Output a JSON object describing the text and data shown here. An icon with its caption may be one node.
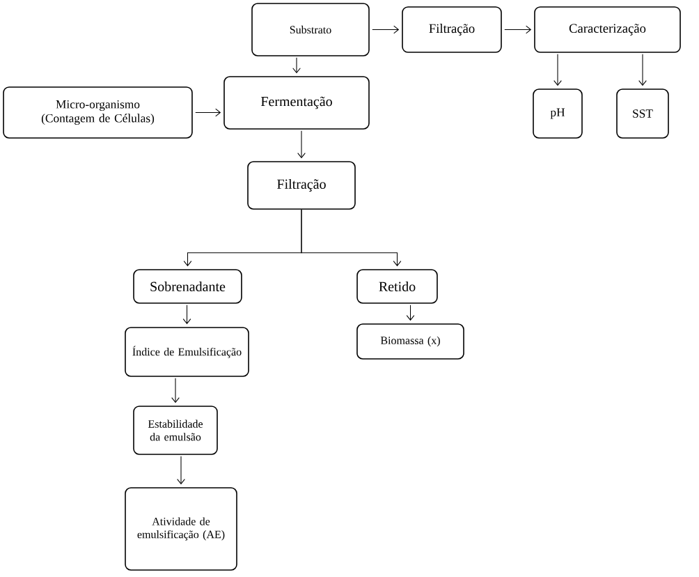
{
  "diagram": {
    "nodes": [
      {
        "text": [
          "Substrato"
        ]
      },
      {
        "text": [
          "Filtração"
        ]
      },
      {
        "text": [
          "Caracterização"
        ]
      },
      {
        "text": [
          "pH"
        ]
      },
      {
        "text": [
          "SST"
        ]
      },
      {
        "text": [
          "Micro-organismo (Contagem de Células)"
        ]
      },
      {
        "text": [
          "Fermentação"
        ]
      },
      {
        "text": [
          "Filtração"
        ]
      },
      {
        "text": [
          "Sobrenadante"
        ]
      },
      {
        "text": [
          "Retido"
        ]
      },
      {
        "text": [
          "Índice de Emulsificação"
        ]
      },
      {
        "text": [
          "Biomassa (x)"
        ]
      },
      {
        "text": [
          "Estabilidade da emulsão"
        ]
      },
      {
        "text": [
          "Atividade de emulsificação (AE)"
        ]
      }
    ],
    "edges": [
      {
        "from": 0,
        "to": 1,
        "arrow": "to"
      },
      {
        "from": 1,
        "to": 2,
        "arrow": "to"
      },
      {
        "from": 2,
        "to": 3,
        "arrow": "to"
      },
      {
        "from": 2,
        "to": 4,
        "arrow": "to"
      },
      {
        "from": 0,
        "to": 6,
        "arrow": "to"
      },
      {
        "from": 5,
        "to": 6,
        "arrow": "to"
      },
      {
        "from": 6,
        "to": 7,
        "arrow": "to"
      },
      {
        "from": 7,
        "to": 8,
        "arrow": "to"
      },
      {
        "from": 7,
        "to": 9,
        "arrow": "to"
      },
      {
        "from": 8,
        "to": 10,
        "arrow": "to"
      },
      {
        "from": 9,
        "to": 11,
        "arrow": "to"
      },
      {
        "from": 10,
        "to": 12,
        "arrow": "to"
      },
      {
        "from": 12,
        "to": 13,
        "arrow": "to"
      }
    ]
  }
}
